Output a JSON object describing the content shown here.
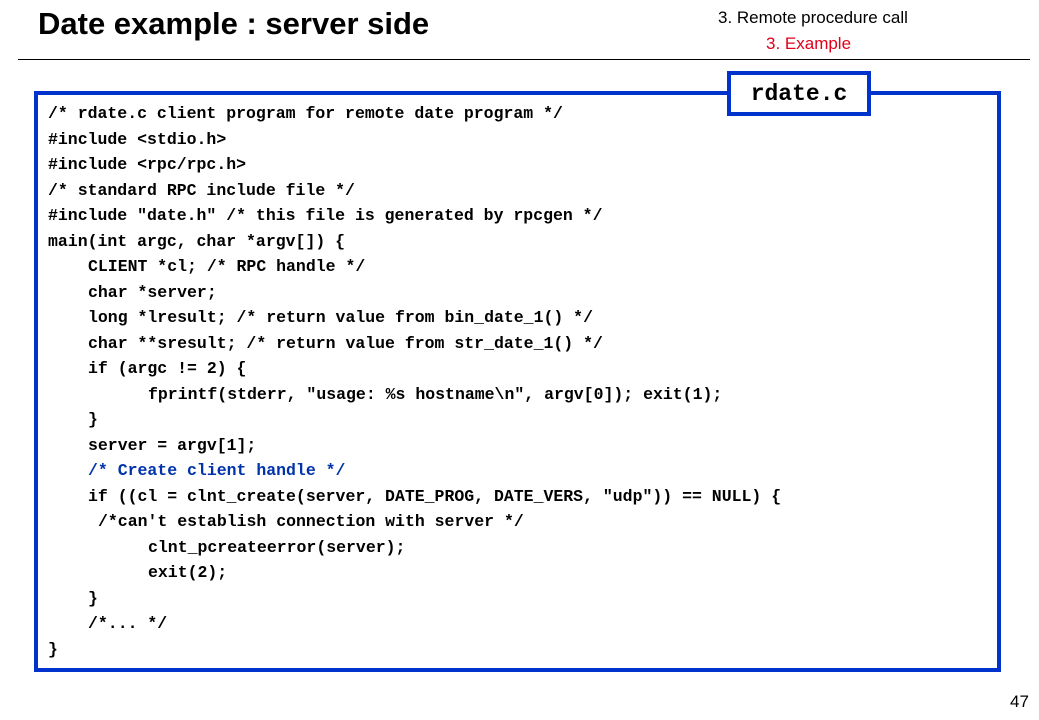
{
  "slide": {
    "title": "Date example : server side",
    "section": "3. Remote procedure call",
    "subsection": "3. Example",
    "page_number": "47"
  },
  "code_box": {
    "file_label": "rdate.c",
    "lines": [
      {
        "text": "/* rdate.c client program for remote date program */",
        "indent": 0,
        "color": "#000000"
      },
      {
        "text": "#include <stdio.h>",
        "indent": 0,
        "color": "#000000"
      },
      {
        "text": "#include <rpc/rpc.h>",
        "indent": 0,
        "color": "#000000"
      },
      {
        "text": "/* standard RPC include file */",
        "indent": 0,
        "color": "#000000"
      },
      {
        "text": "#include \"date.h\" /* this file is generated by rpcgen */",
        "indent": 0,
        "color": "#000000"
      },
      {
        "text": "main(int argc, char *argv[]) {",
        "indent": 0,
        "color": "#000000"
      },
      {
        "text": "CLIENT *cl; /* RPC handle */",
        "indent": 4,
        "color": "#000000"
      },
      {
        "text": "char *server;",
        "indent": 4,
        "color": "#000000"
      },
      {
        "text": "long *lresult; /* return value from bin_date_1() */",
        "indent": 4,
        "color": "#000000"
      },
      {
        "text": "char **sresult; /* return value from str_date_1() */",
        "indent": 4,
        "color": "#000000"
      },
      {
        "text": "if (argc != 2) {",
        "indent": 4,
        "color": "#000000"
      },
      {
        "text": "fprintf(stderr, \"usage: %s hostname\\n\", argv[0]); exit(1);",
        "indent": 10,
        "color": "#000000"
      },
      {
        "text": "}",
        "indent": 4,
        "color": "#000000"
      },
      {
        "text": "server = argv[1];",
        "indent": 4,
        "color": "#000000"
      },
      {
        "text": "/* Create client handle */",
        "indent": 4,
        "color": "#0033aa"
      },
      {
        "text": "if ((cl = clnt_create(server, DATE_PROG, DATE_VERS, \"udp\")) == NULL) {",
        "indent": 4,
        "color": "#000000"
      },
      {
        "text": "/*can't establish connection with server */",
        "indent": 5,
        "color": "#000000"
      },
      {
        "text": "clnt_pcreateerror(server);",
        "indent": 10,
        "color": "#000000"
      },
      {
        "text": "exit(2);",
        "indent": 10,
        "color": "#000000"
      },
      {
        "text": "}",
        "indent": 4,
        "color": "#000000"
      },
      {
        "text": "/*... */",
        "indent": 4,
        "color": "#000000"
      },
      {
        "text": "}",
        "indent": 0,
        "color": "#000000"
      }
    ]
  }
}
